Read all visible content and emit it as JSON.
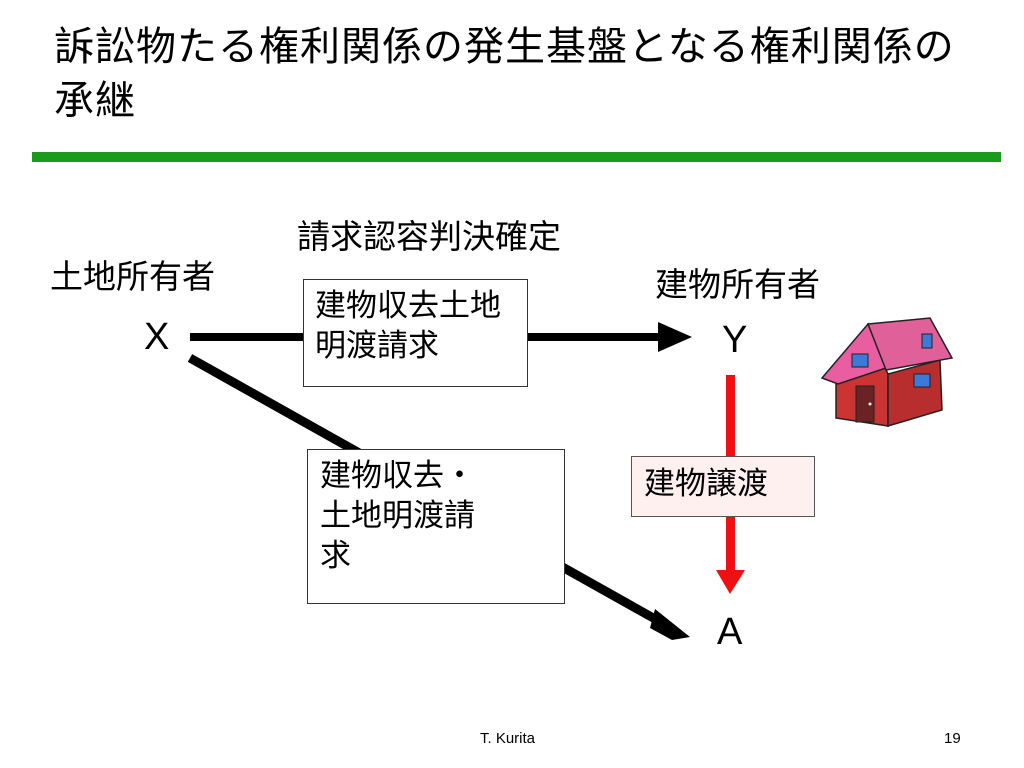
{
  "slide": {
    "title": "訴訟物たる権利関係の発生基盤となる権利関係の承継",
    "footer_author": "T. Kurita",
    "page_number": "19"
  },
  "diagram": {
    "judgment_label": "請求認容判決確定",
    "land_owner_label": "土地所有者",
    "building_owner_label": "建物所有者",
    "party_x": "X",
    "party_y": "Y",
    "party_a": "A",
    "claim_box_xy": "建物収去土地明渡請求",
    "claim_box_xa": "建物収去・\n土地明渡請\n求",
    "transfer_box": "建物譲渡"
  },
  "colors": {
    "title_rule": "#1b9b1b",
    "transfer_arrow": "#ee1111",
    "transfer_box_fill": "#fff0f0",
    "house_roof": "#e0609a",
    "house_wall": "#cc3333",
    "house_window": "#3d79d6"
  }
}
